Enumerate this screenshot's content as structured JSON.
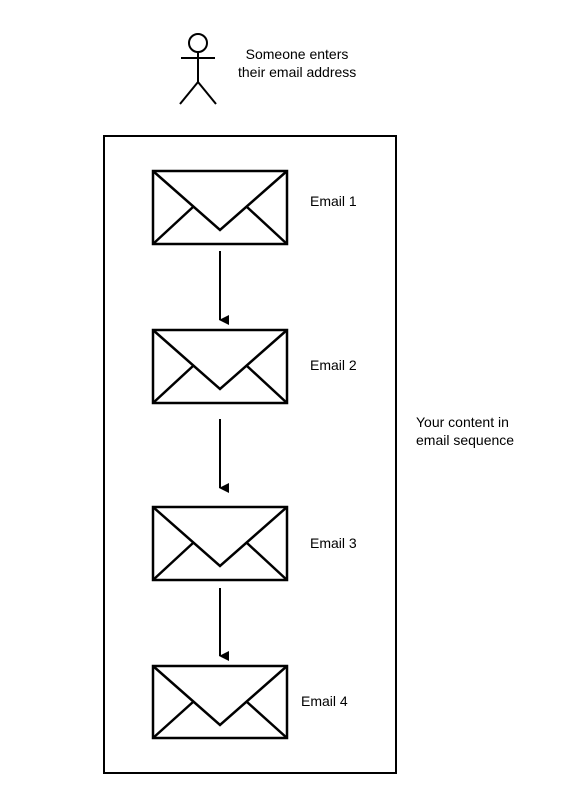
{
  "actor": {
    "icon": "stick-figure-icon",
    "label_line1": "Someone enters",
    "label_line2": "their email address"
  },
  "sequence": {
    "label_line1": "Your content in",
    "label_line2": "email sequence",
    "emails": [
      {
        "label": "Email 1",
        "icon": "envelope-icon"
      },
      {
        "label": "Email 2",
        "icon": "envelope-icon"
      },
      {
        "label": "Email 3",
        "icon": "envelope-icon"
      },
      {
        "label": "Email 4",
        "icon": "envelope-icon"
      }
    ]
  },
  "colors": {
    "stroke": "#000000",
    "background": "#ffffff"
  }
}
